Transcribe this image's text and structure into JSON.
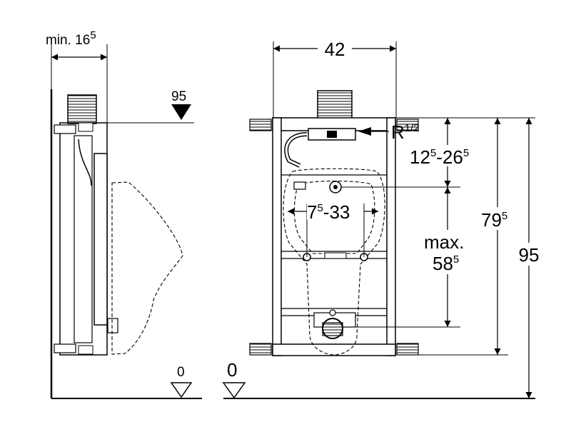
{
  "side_view": {
    "min_depth": {
      "prefix": "min. 16",
      "sup": "5"
    },
    "top_height": "95",
    "zero_mark": "0"
  },
  "front_view": {
    "width": "42",
    "connection": {
      "prefix": "R",
      "sup": "1/2"
    },
    "supply_range": {
      "a": "12",
      "a_sup": "5",
      "sep": "-26",
      "b_sup": "5"
    },
    "outlet_spacing": {
      "a": "7",
      "a_sup": "5",
      "rest": "-33"
    },
    "outlet_height_label": "max.",
    "outlet_height": {
      "value": "58",
      "sup": "5"
    },
    "frame_height": {
      "value": "79",
      "sup": "5"
    },
    "total_height": "95",
    "zero_mark": "0"
  },
  "colors": {
    "line": "#000000",
    "background": "#ffffff"
  }
}
